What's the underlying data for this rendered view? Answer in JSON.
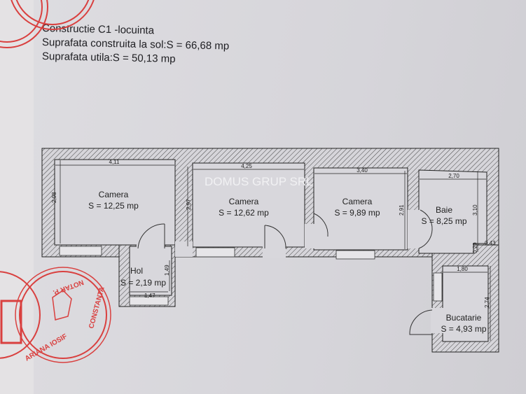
{
  "header": {
    "line1": "Constructie C1 -locuinta",
    "line2": "Suprafata construita la sol:S = 66,68 mp",
    "line3": "Suprafata utila:S = 50,13 mp"
  },
  "watermark": "DOMUS GRUP SRL",
  "rooms": [
    {
      "name": "Camera",
      "area": "S = 12,25 mp",
      "width": "4,11",
      "height": "2,98"
    },
    {
      "name": "Camera",
      "area": "S = 12,62 mp",
      "width": "4,25",
      "height": "2,97"
    },
    {
      "name": "Camera",
      "area": "S = 9,89 mp",
      "width": "3,40",
      "height": "2,91"
    },
    {
      "name": "Baie",
      "area": "S = 8,25 mp",
      "width": "2,70",
      "height": "3,10",
      "extra1": "0,29",
      "extra2": "0,43"
    },
    {
      "name": "Hol",
      "area": "S = 2,19 mp",
      "width": "1,47",
      "height": "1,49"
    },
    {
      "name": "Bucatarie",
      "area": "S = 4,93 mp",
      "width": "1,80",
      "height": "2,74"
    }
  ],
  "stamp": {
    "text1": "CONSTANTA",
    "text2": "NOTAR P.",
    "text3": "ARIANA IOSIF",
    "color": "#d9403f"
  }
}
